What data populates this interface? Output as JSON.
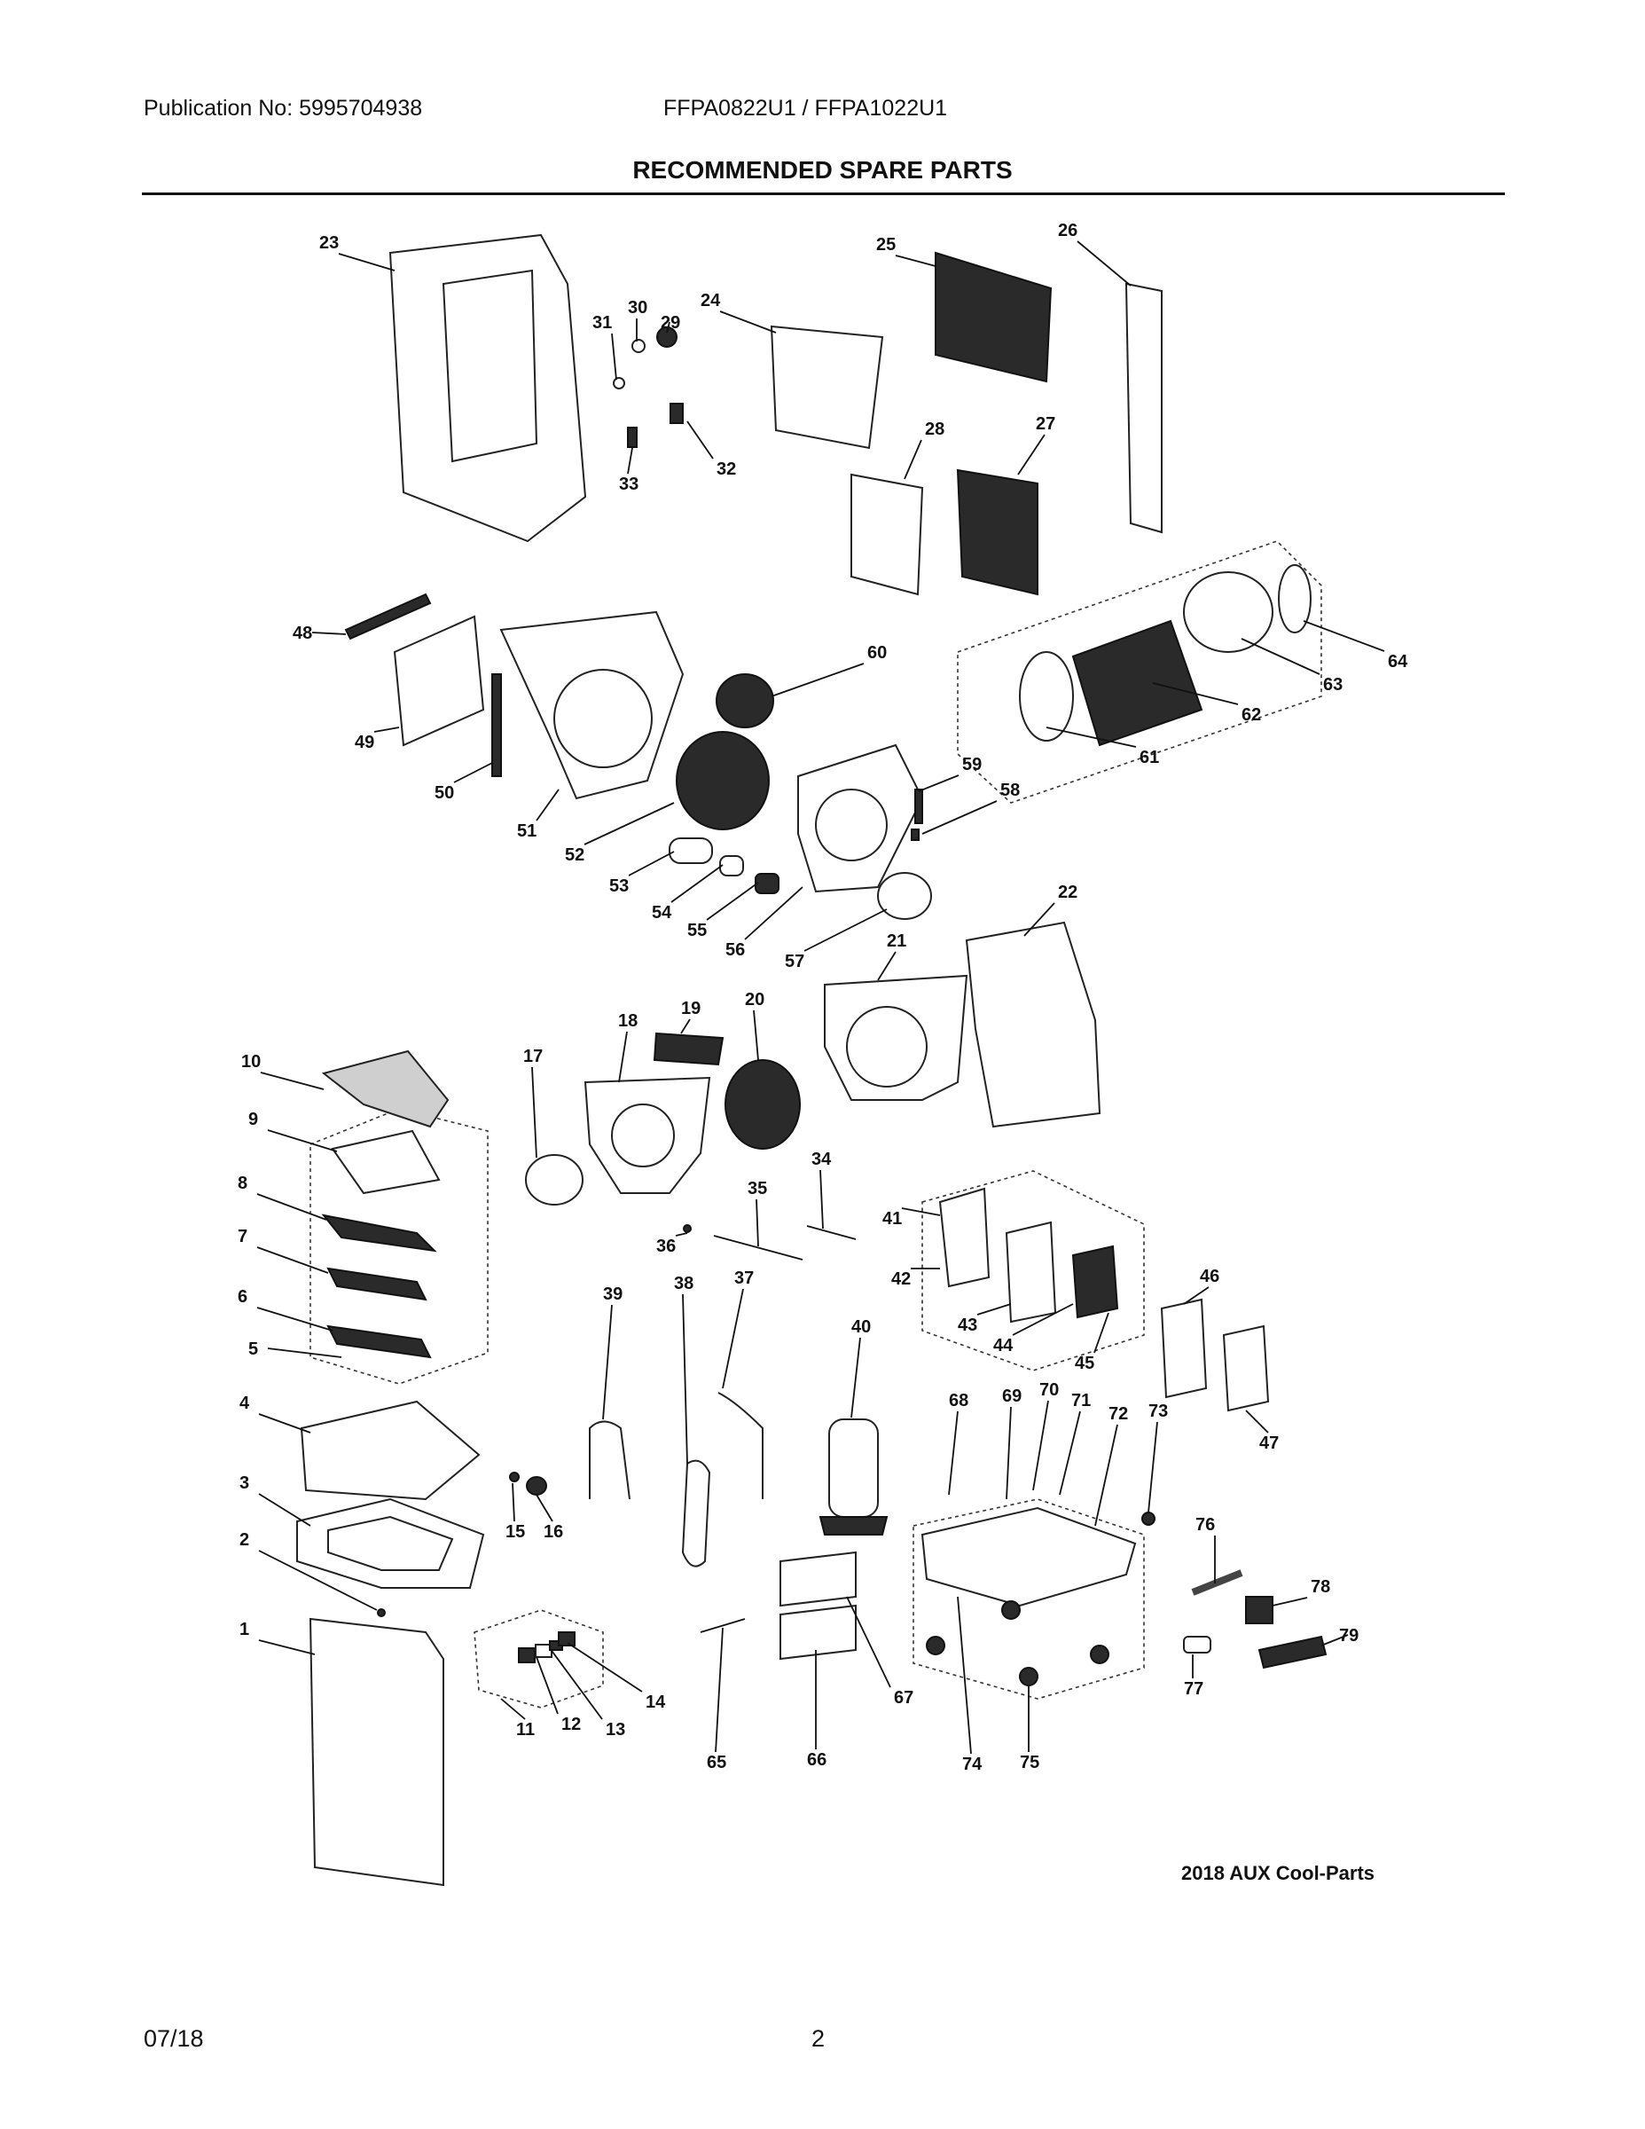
{
  "header": {
    "publication": "Publication No: 5995704938",
    "models": "FFPA0822U1 / FFPA1022U1",
    "title": "RECOMMENDED SPARE PARTS"
  },
  "diagram": {
    "credit": "2018 AUX Cool-Parts",
    "callouts": [
      "1",
      "2",
      "3",
      "4",
      "5",
      "6",
      "7",
      "8",
      "9",
      "10",
      "11",
      "12",
      "13",
      "14",
      "15",
      "16",
      "17",
      "18",
      "19",
      "20",
      "21",
      "22",
      "23",
      "24",
      "25",
      "26",
      "27",
      "28",
      "29",
      "30",
      "31",
      "32",
      "33",
      "34",
      "35",
      "36",
      "37",
      "38",
      "39",
      "40",
      "41",
      "42",
      "43",
      "44",
      "45",
      "46",
      "47",
      "48",
      "49",
      "50",
      "51",
      "52",
      "53",
      "54",
      "55",
      "56",
      "57",
      "58",
      "59",
      "60",
      "61",
      "62",
      "63",
      "64",
      "65",
      "66",
      "67",
      "68",
      "69",
      "70",
      "71",
      "72",
      "73",
      "74",
      "75",
      "76",
      "77",
      "78",
      "79"
    ]
  },
  "footer": {
    "date": "07/18",
    "page": "2"
  }
}
